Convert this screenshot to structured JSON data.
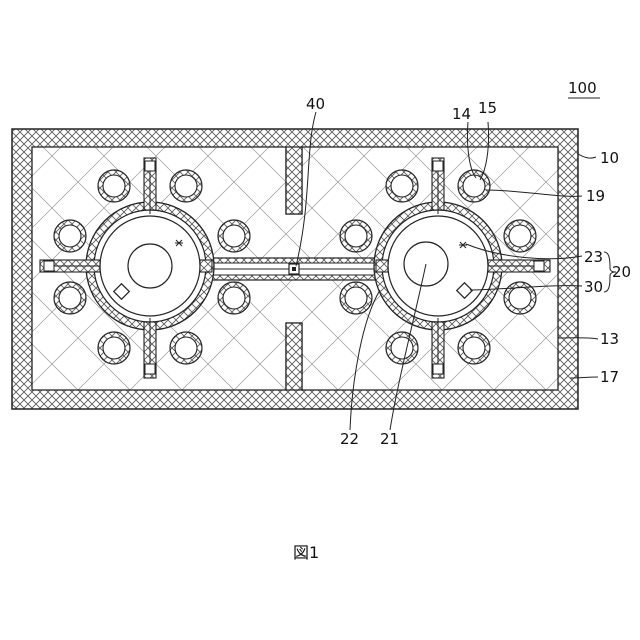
{
  "figure": {
    "caption": "図1",
    "ref_labels": {
      "device": "100",
      "base_frame": "10",
      "hole_inner": "14",
      "hole_outer": "15",
      "board": "13",
      "border": "17",
      "via": "19",
      "heater": "23",
      "electrode": "30",
      "group_sensor": "20",
      "membrane": "22",
      "sensor_center": "21",
      "bridge": "40"
    }
  }
}
